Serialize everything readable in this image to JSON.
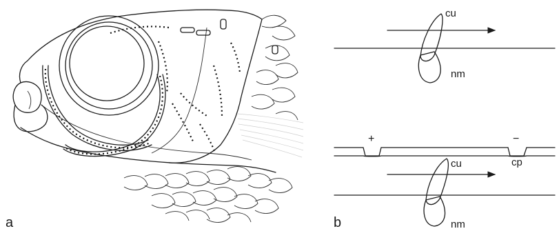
{
  "panels": {
    "a": {
      "label": "a"
    },
    "b": {
      "label": "b",
      "top": {
        "cupula_label": "cu",
        "neuromast_label": "nm"
      },
      "bottom": {
        "cupula_label": "cu",
        "neuromast_label": "nm",
        "pore_label": "cp",
        "plus_sign": "+",
        "minus_sign": "−"
      }
    }
  },
  "colors": {
    "ink": "#1a1a1a",
    "background": "#ffffff"
  },
  "icons": {
    "flow_arrow": "arrow-right-icon"
  }
}
